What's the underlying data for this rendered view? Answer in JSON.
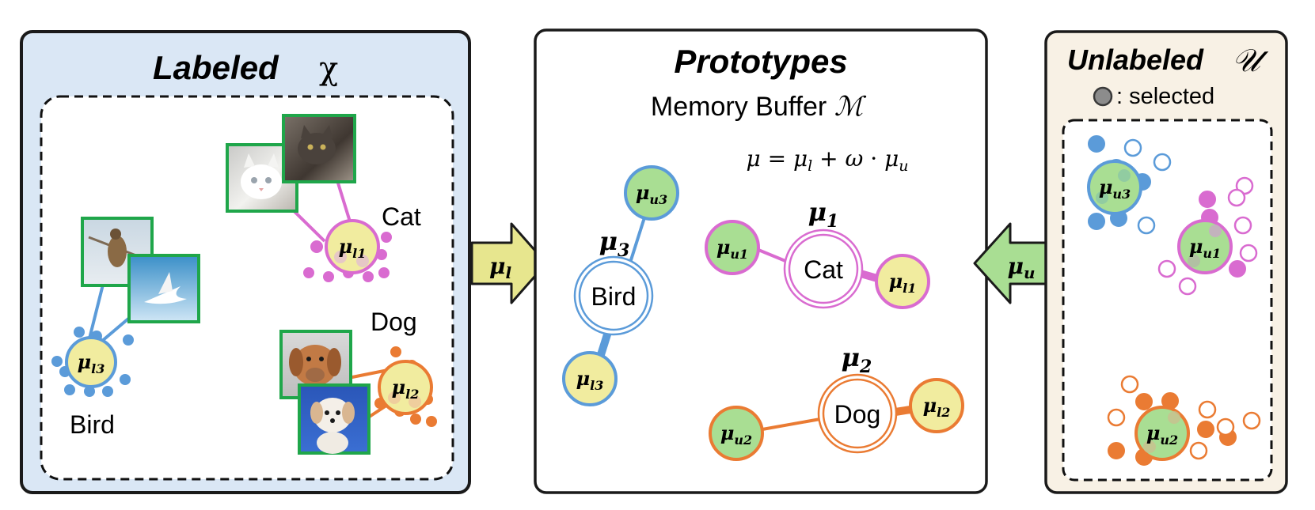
{
  "panels": {
    "labeled": {
      "title_word": "Labeled",
      "title_symbol": "χ",
      "classes": {
        "cat": "Cat",
        "dog": "Dog",
        "bird": "Bird"
      },
      "centroids": {
        "cat": "l1",
        "dog": "l2",
        "bird": "l3"
      },
      "photos": [
        "white-cat-photo",
        "gray-cat-photo",
        "sparrow-photo",
        "tern-photo",
        "puppy-photo",
        "white-puppy-photo"
      ],
      "background": "#dae7f5"
    },
    "prototypes": {
      "title": "Prototypes",
      "subtitle_text": "Memory Buffer",
      "subtitle_symbol": "ℳ",
      "formula": {
        "mu": "μ",
        "eq": "=",
        "sub_l": "l",
        "plus": "+",
        "omega": "ω",
        "dot": "·",
        "sub_u": "u"
      },
      "prototype_labels": [
        "1",
        "2",
        "3"
      ],
      "nodes": {
        "cat": "Cat",
        "dog": "Dog",
        "bird": "Bird",
        "u1": "u1",
        "l1": "l1",
        "u2": "u2",
        "l2": "l2",
        "u3": "u3",
        "l3": "l3"
      }
    },
    "unlabeled": {
      "title_word": "Unlabeled",
      "title_symbol": "𝒰",
      "legend_label": ": selected",
      "centroids": {
        "u3": "u3",
        "u1": "u1",
        "u2": "u2"
      },
      "background": "#f8f1e5"
    }
  },
  "arrows": {
    "left": {
      "mu": "μ",
      "sub": "l"
    },
    "right": {
      "mu": "μ",
      "sub": "u"
    }
  },
  "colors": {
    "cat": "#d96bd0",
    "dog": "#ea7b33",
    "bird": "#5b9bd9",
    "labeled_fill": "#f1ec9f",
    "unlabeled_fill": "#a9de93",
    "arrow_left": "#e7e68e",
    "arrow_right": "#a9de93",
    "photo_border": "#1fa64a"
  }
}
